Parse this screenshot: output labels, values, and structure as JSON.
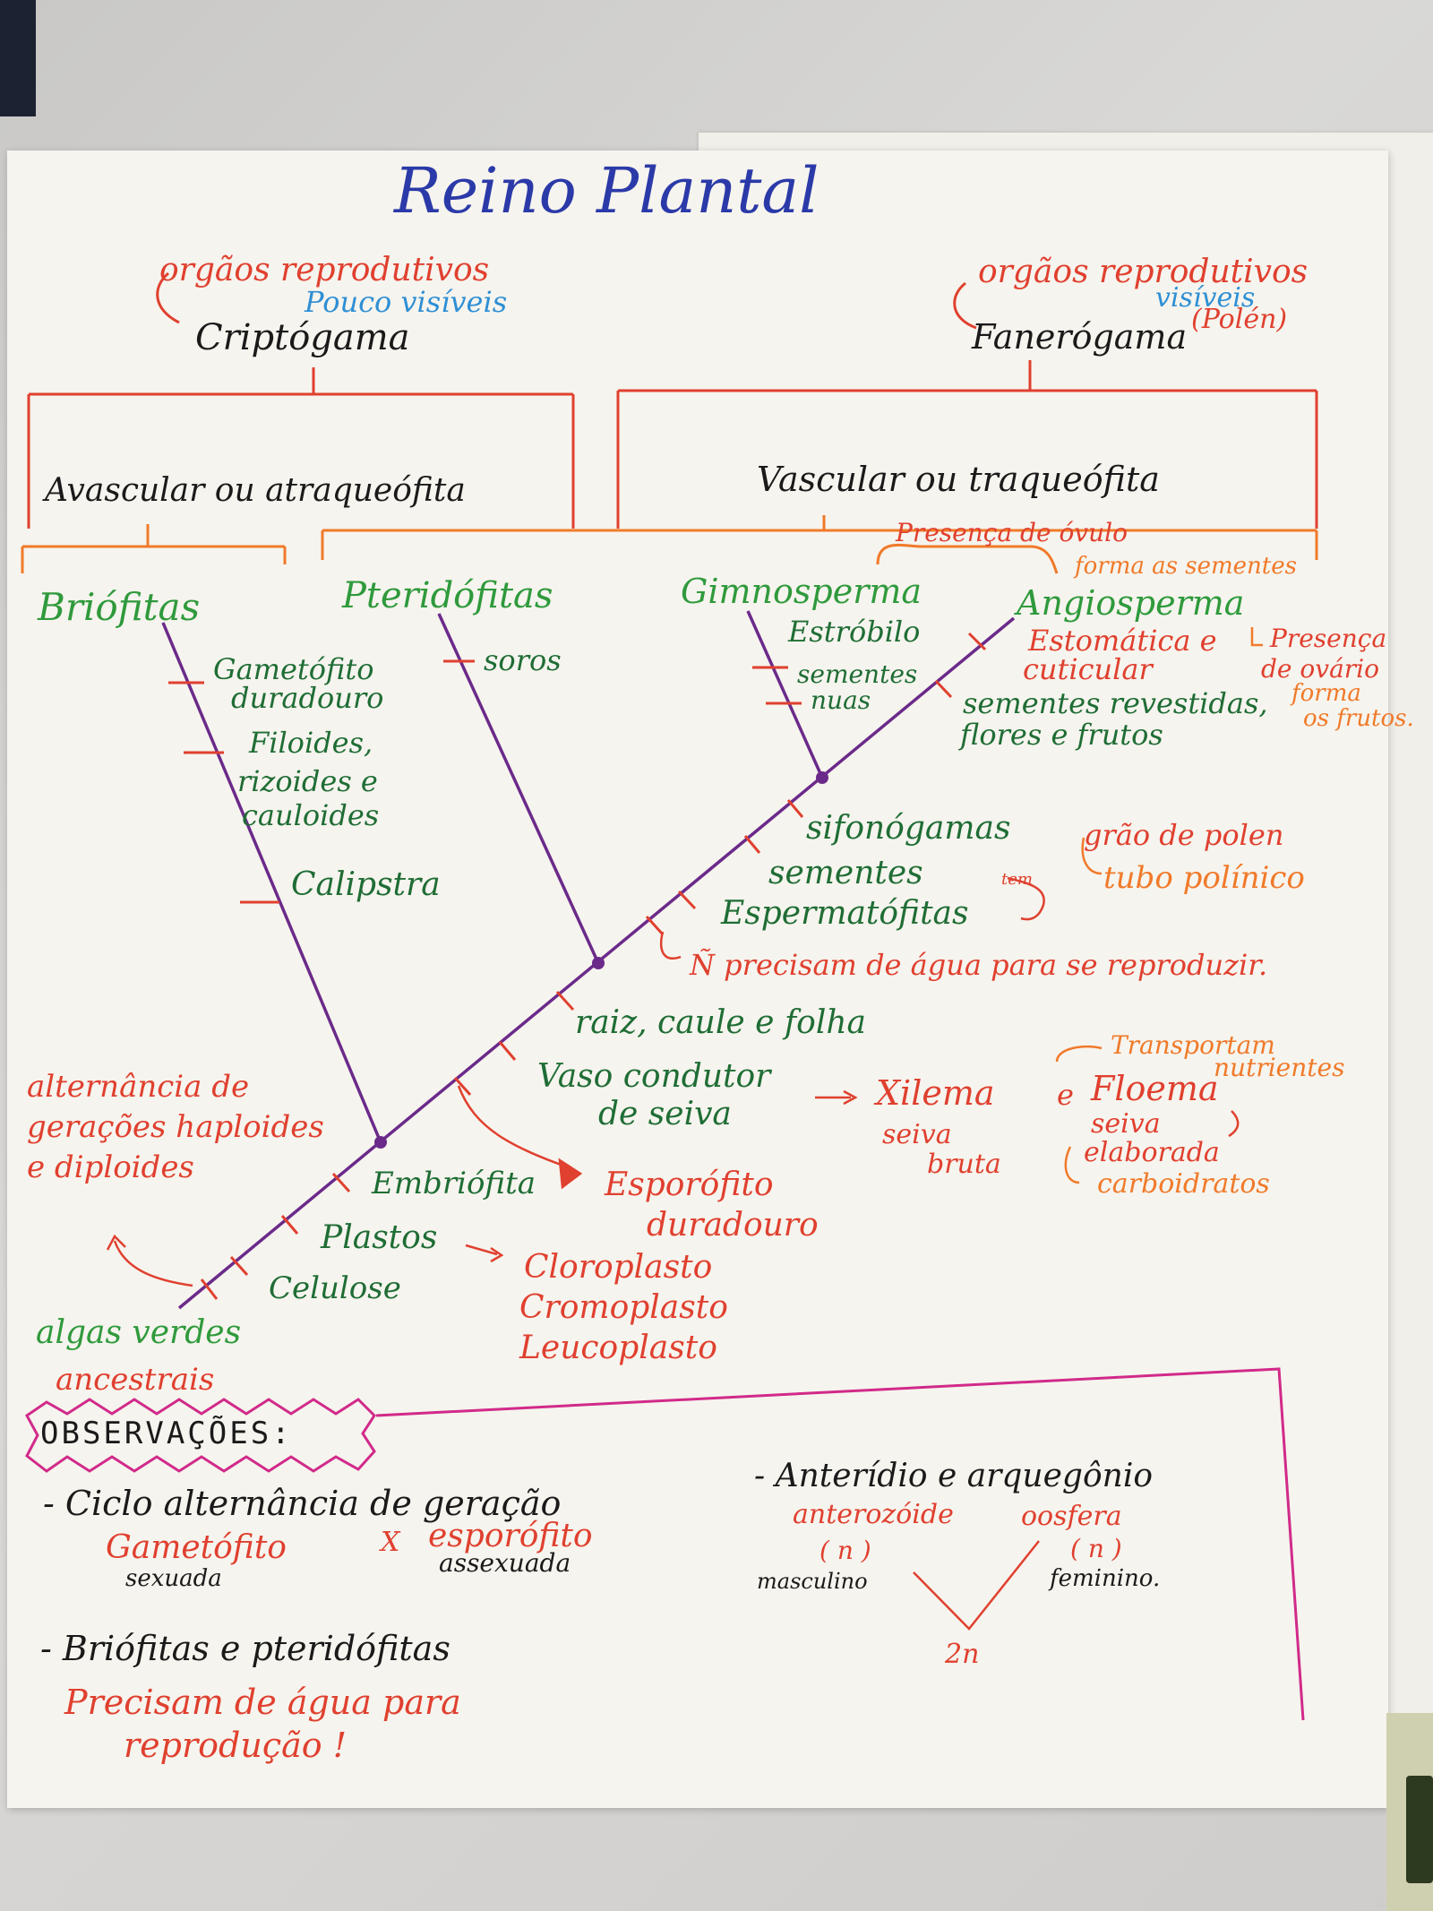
{
  "title": "Reino Plantal",
  "left_branch": {
    "note_main": "orgãos reprodutivos",
    "note_sub": "Pouco visíveis",
    "name": "Criptógama",
    "group": "Avascular ou atraqueófita"
  },
  "right_branch": {
    "note_main": "orgãos reprodutivos",
    "note_sub": "visíveis",
    "note_paren": "(Polén)",
    "name": "Fanerógama",
    "group": "Vascular ou traqueófita",
    "ovary_note": "Presença de óvulo",
    "ovary_sub": "forma as sementes"
  },
  "clades": {
    "briofitas": "Briófitas",
    "pteridofitas": "Pteridófitas",
    "gimnosperma": "Gimnosperma",
    "angiosperma": "Angiosperma"
  },
  "bryo_traits": [
    "Gametófito",
    "duradouro",
    "Filoides,",
    "rizoides e",
    "cauloides",
    "Calipstra"
  ],
  "pterido_traits": [
    "soros"
  ],
  "gimno_traits": [
    "Estróbilo",
    "sementes",
    "nuas"
  ],
  "angio_traits": [
    "Estomática e",
    "cuticular",
    "sementes revestidas,",
    "flores e frutos"
  ],
  "angio_note": [
    "Presença",
    "de ovário",
    "forma",
    "os frutos."
  ],
  "main_axis": {
    "sifonogamas": "sifonógamas",
    "polen": "grão de polen",
    "tubo": "tubo polínico",
    "sementes": "sementes",
    "tem": "tem",
    "espermatofitas": "Espermatófitas",
    "agua": "Ñ precisam de água para se reproduzir.",
    "raiz": "raiz, caule e folha",
    "vaso1": "Vaso condutor",
    "vaso2": "de seiva",
    "xilema": "Xilema",
    "e": "e",
    "floema": "Floema",
    "seiva_bruta1": "seiva",
    "seiva_bruta2": "bruta",
    "seiva_el1": "seiva",
    "seiva_el2": "elaborada",
    "carbo": "carboidratos",
    "transp1": "Transportam",
    "transp2": "nutrientes",
    "alternancia": [
      "alternância de",
      "gerações haploides",
      "e diploides"
    ],
    "embriofita": "Embriófita",
    "esporofito1": "Esporófito",
    "esporofito2": "duradouro",
    "plastos": "Plastos",
    "plastid_list": [
      "Cloroplasto",
      "Cromoplasto",
      "Leucoplasto"
    ],
    "celulose": "Celulose",
    "algas1": "algas verdes",
    "algas2": "ancestrais"
  },
  "obs": {
    "heading": "OBSERVAÇÕES:",
    "ciclo": "- Ciclo alternância de geração",
    "gameto": "Gametófito",
    "x": "X",
    "esporo": "esporófito",
    "sexuada": "sexuada",
    "assexuada": "assexuada",
    "briof": "- Briófitas e pteridófitas",
    "precisam1": "Precisam de água para",
    "precisam2": "reprodução !",
    "anteridio": "- Anterídio e arquegônio",
    "anterozoide": "anterozóide",
    "oosfera": "oosfera",
    "n1": "( n )",
    "n2": "( n )",
    "masculino": "masculino",
    "feminino": "feminino.",
    "twon": "2n"
  }
}
